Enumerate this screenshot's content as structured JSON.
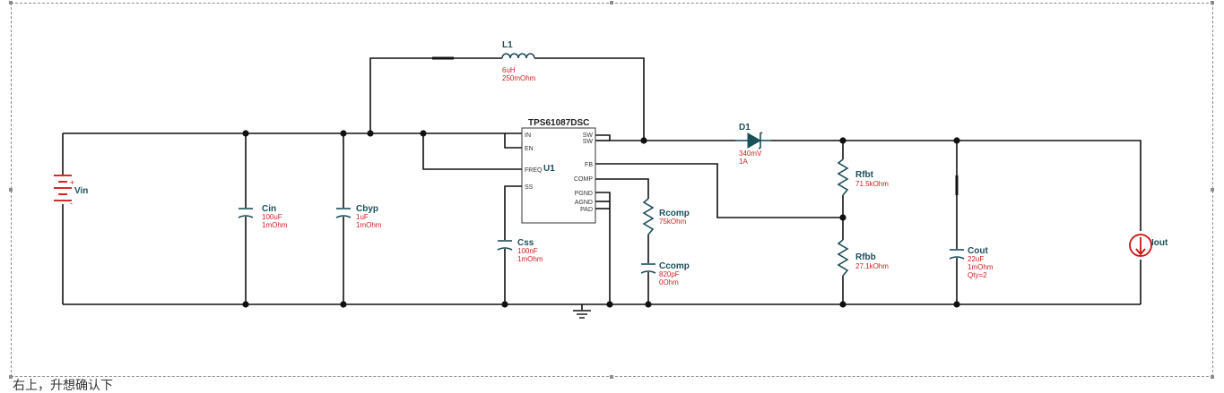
{
  "colors": {
    "wire": "#111111",
    "component": "#1b4f5a",
    "value_text": "#cc2222",
    "source": "#cc1111",
    "frame": "#8c8c8c"
  },
  "ic": {
    "name": "TPS61087DSC",
    "ref": "U1",
    "pins_left": [
      "IN",
      "EN",
      "FREQ",
      "SS"
    ],
    "pins_right_top": [
      "SW",
      "SW",
      "FB",
      "COMP"
    ],
    "pins_right_bottom": [
      "PGND",
      "AGND",
      "PAD"
    ]
  },
  "components": {
    "vin": {
      "name": "Vin",
      "plus": "+",
      "minus": "-"
    },
    "cin": {
      "name": "Cin",
      "values": [
        "100uF",
        "1mOhm"
      ]
    },
    "cbyp": {
      "name": "Cbyp",
      "values": [
        "1uF",
        "1mOhm"
      ]
    },
    "l1": {
      "name": "L1",
      "values": [
        "6uH",
        "250mOhm"
      ]
    },
    "css": {
      "name": "Css",
      "values": [
        "100nF",
        "1mOhm"
      ]
    },
    "rcomp": {
      "name": "Rcomp",
      "values": [
        "75kOhm"
      ]
    },
    "ccomp": {
      "name": "Ccomp",
      "values": [
        "820pF",
        "0Ohm"
      ]
    },
    "d1": {
      "name": "D1",
      "values": [
        "340mV",
        "1A"
      ]
    },
    "rfbt": {
      "name": "Rfbt",
      "values": [
        "71.5kOhm"
      ]
    },
    "rfbb": {
      "name": "Rfbb",
      "values": [
        "27.1kOhm"
      ]
    },
    "cout": {
      "name": "Cout",
      "values": [
        "22uF",
        "1mOhm",
        "Qty=2"
      ]
    },
    "iout": {
      "name": "Iout"
    }
  },
  "footer_text": "右上，升想确认下"
}
